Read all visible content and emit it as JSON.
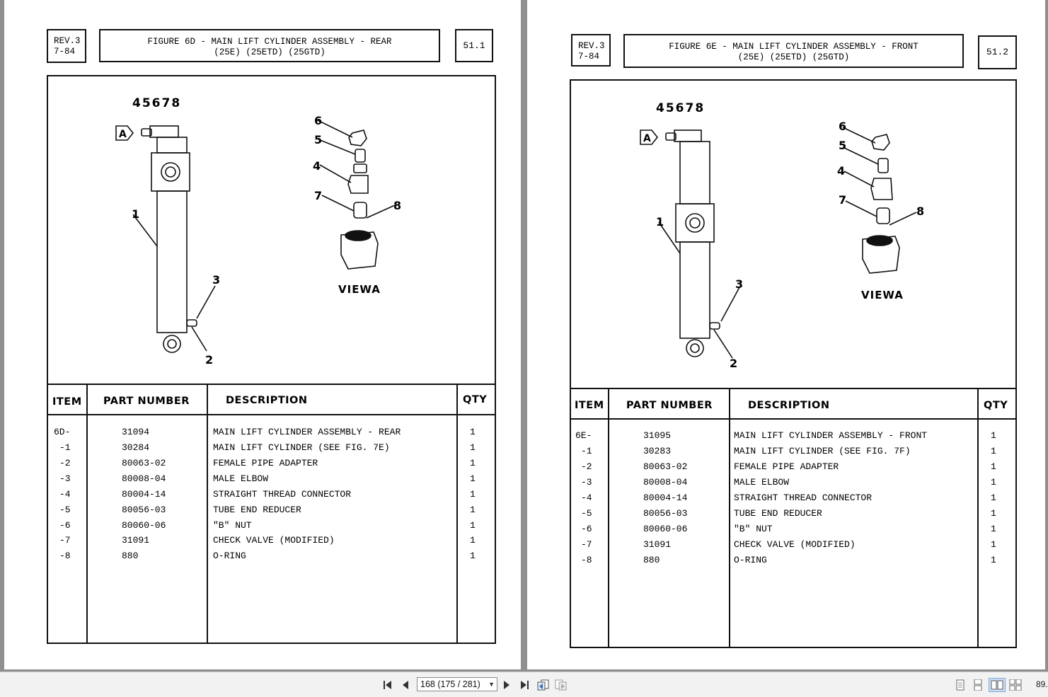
{
  "pages": [
    {
      "rev": [
        "REV.3",
        "7-84"
      ],
      "title": [
        "FIGURE 6D - MAIN LIFT CYLINDER ASSEMBLY - REAR",
        "(25E) (25ETD) (25GTD)"
      ],
      "page_number": "51.1",
      "drawing": {
        "part_ref": "45678",
        "view_label": "VIEWA",
        "callout_a": "A",
        "callouts": [
          "1",
          "2",
          "3",
          "4",
          "5",
          "6",
          "7",
          "8"
        ]
      },
      "table": {
        "headers": [
          "ITEM",
          "PART NUMBER",
          "DESCRIPTION",
          "QTY"
        ],
        "rows": [
          [
            "6D-",
            "31094",
            "MAIN LIFT CYLINDER ASSEMBLY - REAR",
            "1"
          ],
          [
            "-1",
            "30284",
            "MAIN LIFT CYLINDER (SEE FIG. 7E)",
            "1"
          ],
          [
            "-2",
            "80063-02",
            "FEMALE PIPE ADAPTER",
            "1"
          ],
          [
            "-3",
            "80008-04",
            "MALE ELBOW",
            "1"
          ],
          [
            "-4",
            "80004-14",
            "STRAIGHT THREAD CONNECTOR",
            "1"
          ],
          [
            "-5",
            "80056-03",
            "TUBE END REDUCER",
            "1"
          ],
          [
            "-6",
            "80060-06",
            "\"B\" NUT",
            "1"
          ],
          [
            "-7",
            "31091",
            "CHECK VALVE (MODIFIED)",
            "1"
          ],
          [
            "-8",
            "880",
            "O-RING",
            "1"
          ]
        ]
      }
    },
    {
      "rev": [
        "REV.3",
        "7-84"
      ],
      "title": [
        "FIGURE 6E - MAIN LIFT CYLINDER ASSEMBLY - FRONT",
        "(25E) (25ETD) (25GTD)"
      ],
      "page_number": "51.2",
      "drawing": {
        "part_ref": "45678",
        "view_label": "VIEWA",
        "callout_a": "A",
        "callouts": [
          "1",
          "2",
          "3",
          "4",
          "5",
          "6",
          "7",
          "8"
        ]
      },
      "table": {
        "headers": [
          "ITEM",
          "PART NUMBER",
          "DESCRIPTION",
          "QTY"
        ],
        "rows": [
          [
            "6E-",
            "31095",
            "MAIN LIFT CYLINDER ASSEMBLY - FRONT",
            "1"
          ],
          [
            "-1",
            "30283",
            "MAIN LIFT CYLINDER (SEE FIG. 7F)",
            "1"
          ],
          [
            "-2",
            "80063-02",
            "FEMALE PIPE ADAPTER",
            "1"
          ],
          [
            "-3",
            "80008-04",
            "MALE ELBOW",
            "1"
          ],
          [
            "-4",
            "80004-14",
            "STRAIGHT THREAD CONNECTOR",
            "1"
          ],
          [
            "-5",
            "80056-03",
            "TUBE END REDUCER",
            "1"
          ],
          [
            "-6",
            "80060-06",
            "\"B\" NUT",
            "1"
          ],
          [
            "-7",
            "31091",
            "CHECK VALVE (MODIFIED)",
            "1"
          ],
          [
            "-8",
            "880",
            "O-RING",
            "1"
          ]
        ]
      }
    }
  ],
  "toolbar": {
    "page_indicator": "168 (175 / 281)",
    "zoom": "89.",
    "icons": [
      "first-page-icon",
      "prev-page-icon",
      "next-page-icon",
      "last-page-icon",
      "previous-view-icon",
      "next-view-icon",
      "single-page-icon",
      "continuous-icon",
      "facing-icon",
      "continuous-facing-icon"
    ]
  }
}
